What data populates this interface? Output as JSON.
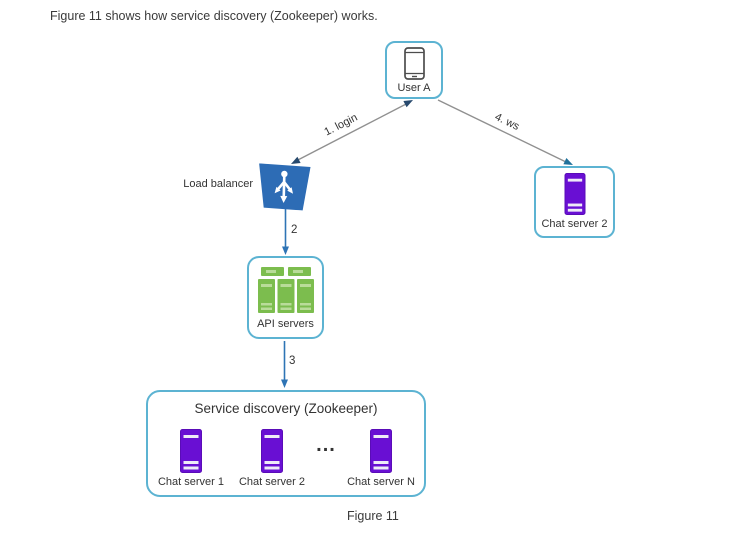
{
  "page": {
    "intro": "Figure 11 shows how service discovery (Zookeeper) works.",
    "caption": "Figure 11"
  },
  "nodes": {
    "user_a": {
      "label": "User A",
      "icon": "phone-icon"
    },
    "load_balancer": {
      "label": "Load balancer",
      "icon": "load-balancer-icon"
    },
    "chat_server_2": {
      "label": "Chat server 2",
      "icon": "server-icon"
    },
    "api_servers": {
      "label": "API servers",
      "icon": "server-cluster-icon"
    },
    "service_discovery": {
      "title": "Service discovery (Zookeeper)",
      "ellipsis": "...",
      "servers": [
        {
          "label": "Chat server 1",
          "icon": "server-icon"
        },
        {
          "label": "Chat server 2",
          "icon": "server-icon"
        },
        {
          "label": "Chat server N",
          "icon": "server-icon"
        }
      ]
    }
  },
  "edges": [
    {
      "from": "User A",
      "to": "Load balancer",
      "label": "1. login",
      "direction": "bidirectional"
    },
    {
      "from": "Load balancer",
      "to": "API servers",
      "label": "2",
      "direction": "down"
    },
    {
      "from": "API servers",
      "to": "Service discovery (Zookeeper)",
      "label": "3",
      "direction": "down"
    },
    {
      "from": "User A",
      "to": "Chat server 2",
      "label": "4. ws",
      "direction": "down"
    }
  ],
  "colors": {
    "box_border": "#5cb3d2",
    "server_purple": "#690fd3",
    "server_green": "#7cbd4e",
    "load_balancer_blue": "#2d6cb5",
    "arrow_blue": "#2e74b5",
    "line_gray": "#909090",
    "arrowhead_navy": "#27496d"
  }
}
